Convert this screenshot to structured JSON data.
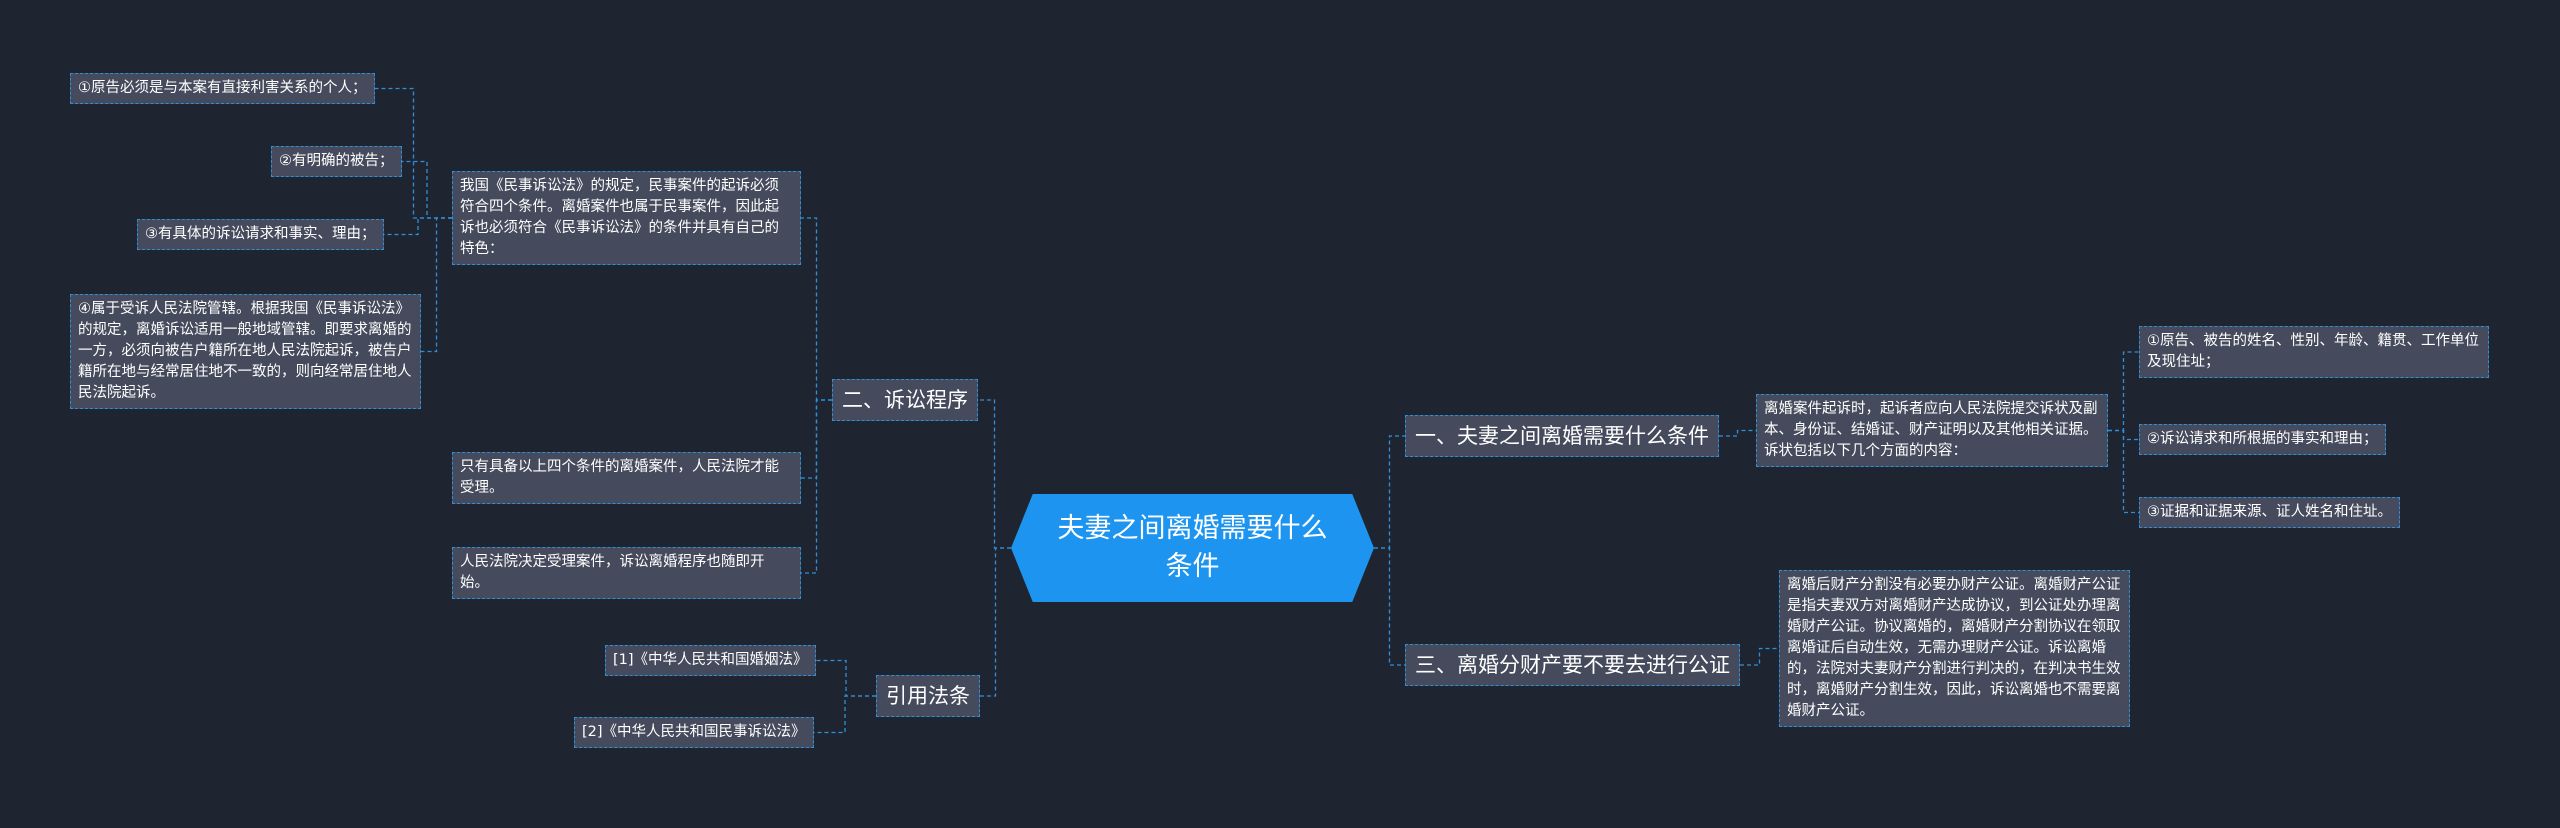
{
  "root": {
    "title": "夫妻之间离婚需要什么条件"
  },
  "right": [
    {
      "title": "一、夫妻之间离婚需要什么条件",
      "detail": "离婚案件起诉时，起诉者应向人民法院提交诉状及副本、身份证、结婚证、财产证明以及其他相关证据。诉状包括以下几个方面的内容：",
      "items": [
        "①原告、被告的姓名、性别、年龄、籍贯、工作单位及现住址；",
        "②诉讼请求和所根据的事实和理由；",
        "③证据和证据来源、证人姓名和住址。"
      ]
    },
    {
      "title": "三、离婚分财产要不要去进行公证",
      "detail": "离婚后财产分割没有必要办财产公证。离婚财产公证是指夫妻双方对离婚财产达成协议，到公证处办理离婚财产公证。协议离婚的，离婚财产分割协议在领取离婚证后自动生效，无需办理财产公证。诉讼离婚的，法院对夫妻财产分割进行判决的，在判决书生效时，离婚财产分割生效，因此，诉讼离婚也不需要离婚财产公证。"
    }
  ],
  "left": [
    {
      "title": "二、诉讼程序",
      "sub": [
        {
          "text": "我国《民事诉讼法》的规定，民事案件的起诉必须符合四个条件。离婚案件也属于民事案件，因此起诉也必须符合《民事诉讼法》的条件并具有自己的特色：",
          "items": [
            "①原告必须是与本案有直接利害关系的个人；",
            "②有明确的被告；",
            "③有具体的诉讼请求和事实、理由；",
            "④属于受诉人民法院管辖。根据我国《民事诉讼法》的规定，离婚诉讼适用一般地域管辖。即要求离婚的一方，必须向被告户籍所在地人民法院起诉，被告户籍所在地与经常居住地不一致的，则向经常居住地人民法院起诉。"
          ]
        },
        {
          "text": "只有具备以上四个条件的离婚案件，人民法院才能受理。"
        },
        {
          "text": "人民法院决定受理案件，诉讼离婚程序也随即开始。"
        }
      ]
    },
    {
      "title": "引用法条",
      "items": [
        "[1]《中华人民共和国婚姻法》",
        "[2]《中华人民共和国民事诉讼法》"
      ]
    }
  ],
  "colors": {
    "background": "#1f2431",
    "root": "#1d95f0",
    "node": "#454b5c",
    "connector": "#2f8fd6"
  }
}
